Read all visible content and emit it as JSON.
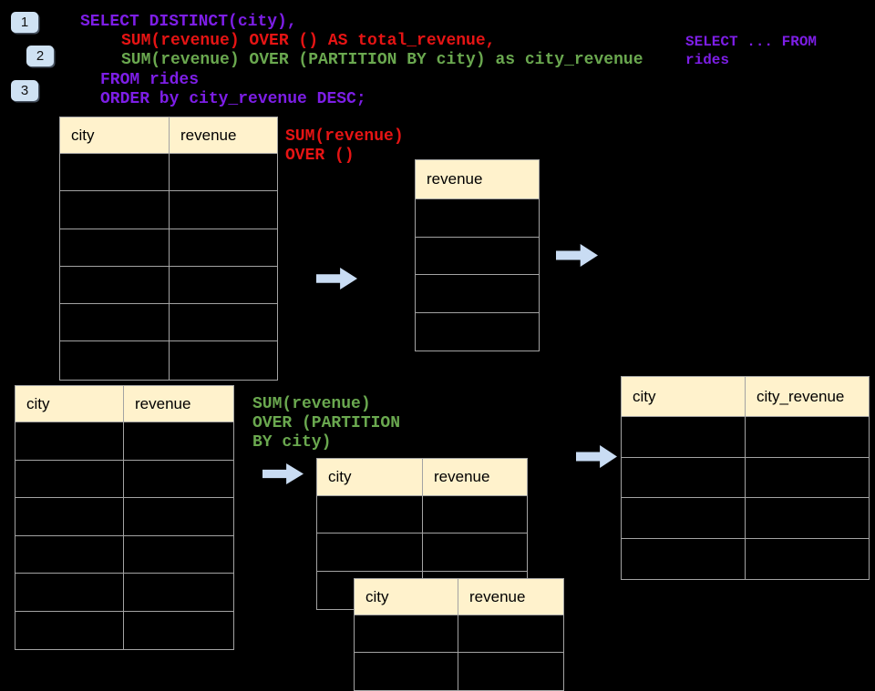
{
  "colors": {
    "purple": "#7d1ee6",
    "red": "#e61414",
    "green": "#6aa84f",
    "header_fill": "#fff2cc",
    "arrow_fill": "#c9dcf3",
    "badge_fill": "#cfe2f3",
    "tborder": "#a3a3a3"
  },
  "badges": [
    {
      "label": "1"
    },
    {
      "label": "2"
    },
    {
      "label": "3"
    }
  ],
  "code": {
    "lines": [
      {
        "text": "SELECT DISTINCT(city),",
        "color": "purple"
      },
      {
        "text": "SUM(revenue) OVER () AS total_revenue,",
        "color": "red"
      },
      {
        "text": "SUM(revenue) OVER (PARTITION BY city) as city_revenue",
        "color": "green"
      },
      {
        "text": "FROM rides",
        "color": "purple"
      },
      {
        "text": "ORDER by city_revenue DESC;",
        "color": "purple"
      }
    ]
  },
  "side_note": {
    "text": "SELECT ... FROM\nrides"
  },
  "annotations": {
    "total": {
      "text": "SUM(revenue)\nOVER ()"
    },
    "partition": {
      "text": "SUM(revenue)\nOVER (PARTITION\nBY city)"
    }
  },
  "tables": {
    "source_top": {
      "headers": [
        "city",
        "revenue"
      ],
      "rows": 6
    },
    "revenue_only": {
      "headers": [
        "revenue"
      ],
      "rows": 4
    },
    "source_bottom": {
      "headers": [
        "city",
        "revenue"
      ],
      "rows": 6
    },
    "partition_mid": {
      "headers": [
        "city",
        "revenue"
      ],
      "rows": 3
    },
    "partition_overlap": {
      "headers": [
        "city",
        "revenue"
      ],
      "rows": 2
    },
    "result": {
      "headers": [
        "city",
        "city_revenue"
      ],
      "rows": 4
    }
  }
}
